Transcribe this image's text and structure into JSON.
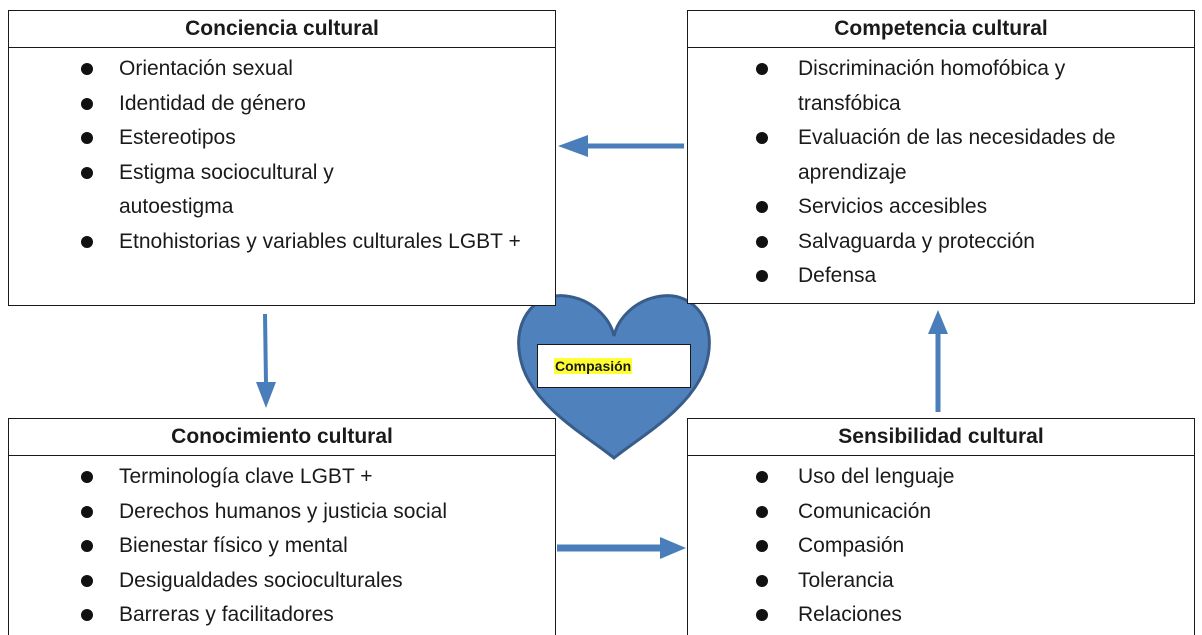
{
  "awareness": {
    "title": "Conciencia cultural",
    "items": [
      "Orientación sexual",
      "Identidad de género",
      "Estereotipos",
      "Estigma sociocultural y autoestigma",
      "Etnohistorias y variables culturales LGBT +"
    ]
  },
  "competence": {
    "title": "Competencia cultural",
    "items": [
      "Discriminación homofóbica y transfóbica",
      "Evaluación de las necesidades de aprendizaje",
      "Servicios accesibles",
      "Salvaguarda y protección",
      "Defensa"
    ]
  },
  "knowledge": {
    "title": "Conocimiento cultural",
    "items": [
      "Terminología clave LGBT +",
      "Derechos humanos y justicia social",
      "Bienestar físico y mental",
      "Desigualdades socioculturales",
      "Barreras y facilitadores"
    ]
  },
  "sensitivity": {
    "title": "Sensibilidad cultural",
    "items": [
      "Uso del lenguaje",
      "Comunicación",
      "Compasión",
      "Tolerancia",
      "Relaciones"
    ]
  },
  "center": {
    "label": "Compasión"
  },
  "colors": {
    "arrow": "#4a7ebb",
    "heart_fill": "#4f81bd",
    "heart_stroke": "#385d8a",
    "highlight": "#ffff33"
  }
}
